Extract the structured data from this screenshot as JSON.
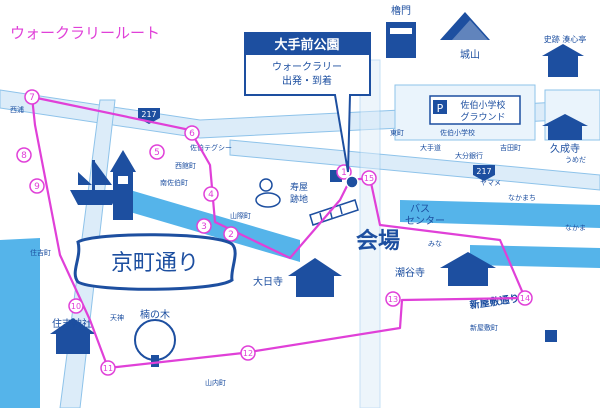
{
  "map": {
    "title": "ウォークラリールート",
    "callout": {
      "heading": "大手前公園",
      "line1": "ウォークラリー",
      "line2": "出発・到着"
    },
    "venue": "会場",
    "kyomachi": "京町通り",
    "places": {
      "yagura": "櫓門",
      "shiroyama": "城山",
      "bunsho": "史跡 湊心亭",
      "saiki_school": "佐伯小学校",
      "school_ground_1": "佐伯小学校",
      "school_ground_2": "グラウンド",
      "school_small": "佐伯小学校",
      "kyuseiji": "久成寺",
      "jumo_1": "寿屋",
      "jumo_2": "跡地",
      "bus_1": "バス",
      "bus_2": "センター",
      "dainichiji": "大日寺",
      "choukokuji": "潮谷寺",
      "shinyashiki": "新屋敷通り",
      "sumiyoshi": "住吉神社",
      "kusunoki": "楠の木"
    },
    "small_labels": {
      "saiki_tegusu": "佐伯テグシー",
      "nishikan": "西館町",
      "saiki_higashi": "南佐伯町",
      "yamamachi": "山際町",
      "umeda": "うめだ",
      "yoshida": "吉田町",
      "ooteto": "大手道",
      "oobunmae": "大分銀行",
      "nakamachi": "なかまち",
      "naka_dori": "なかま",
      "higashimachi": "東町",
      "sumiyoshi_area": "住吉町",
      "shinyashiki_area": "新屋敷町",
      "yamauchi": "山内町",
      "nishi_ura": "西浦",
      "minami": "みな",
      "yamame": "ヤマメ",
      "tenjin": "天神"
    },
    "road_signs": [
      "217",
      "217"
    ],
    "checkpoints": [
      "1",
      "2",
      "3",
      "4",
      "5",
      "6",
      "7",
      "8",
      "9",
      "10",
      "11",
      "12",
      "13",
      "14",
      "15"
    ],
    "colors": {
      "route": "#e040d8",
      "water": "#4aa8e0",
      "ink": "#1d4fa0",
      "road": "#e6f1fb"
    }
  }
}
